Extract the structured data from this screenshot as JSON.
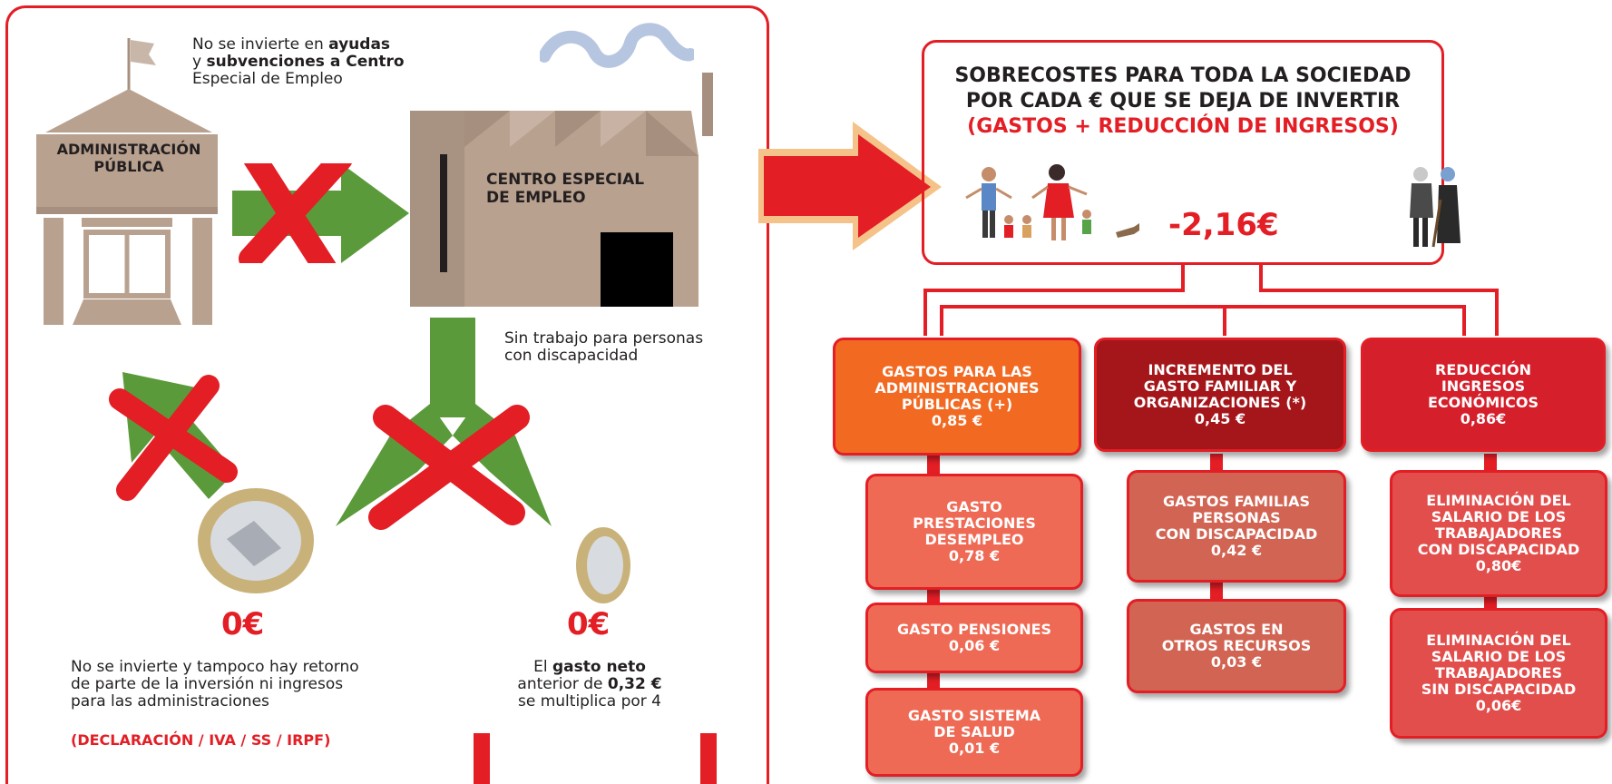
{
  "left_panel": {
    "top_note": {
      "line1_a": "No se invierte en ",
      "line1_b": "ayudas",
      "line2_a": "y ",
      "line2_b": "subvenciones a Centro",
      "line3": "Especial de Empleo"
    },
    "admin_label_1": "ADMINISTRACIÓN",
    "admin_label_2": "PÚBLICA",
    "factory_label_1": "CENTRO ESPECIAL",
    "factory_label_2": "DE EMPLEO",
    "no_work_1": "Sin trabajo para personas",
    "no_work_2": "con discapacidad",
    "amount_left": "0€",
    "amount_right": "0€",
    "left_note_1": "No se invierte y tampoco hay retorno",
    "left_note_2": "de parte de la inversión ni ingresos",
    "left_note_3": "para las administraciones",
    "left_note_red": "(DECLARACIÓN / IVA / SS / IRPF)",
    "right_note_1a": "El ",
    "right_note_1b": "gasto neto",
    "right_note_2a": "anterior de ",
    "right_note_2b": "0,32 €",
    "right_note_3": "se multiplica por 4"
  },
  "summary": {
    "title_1": "SOBRECOSTES PARA TODA LA SOCIEDAD",
    "title_2": "POR CADA € QUE SE DEJA DE INVERTIR",
    "subtitle": "(GASTOS + REDUCCIÓN DE INGRESOS)",
    "total": "-2,16€"
  },
  "categories": [
    {
      "title_lines": [
        "GASTOS PARA LAS",
        "ADMINISTRACIONES",
        "PÚBLICAS (+)"
      ],
      "value": "0,85 €",
      "items": [
        {
          "lines": [
            "GASTO",
            "PRESTACIONES",
            "DESEMPLEO"
          ],
          "value": "0,78 €"
        },
        {
          "lines": [
            "GASTO PENSIONES"
          ],
          "value": "0,06 €"
        },
        {
          "lines": [
            "GASTO SISTEMA",
            "DE SALUD"
          ],
          "value": "0,01 €"
        }
      ]
    },
    {
      "title_lines": [
        "INCREMENTO DEL",
        "GASTO FAMILIAR Y",
        "ORGANIZACIONES (*)"
      ],
      "value": "0,45 €",
      "items": [
        {
          "lines": [
            "GASTOS FAMILIAS",
            "PERSONAS",
            "CON DISCAPACIDAD"
          ],
          "value": "0,42 €"
        },
        {
          "lines": [
            "GASTOS EN",
            "OTROS RECURSOS"
          ],
          "value": "0,03 €"
        }
      ]
    },
    {
      "title_lines": [
        "REDUCCIÓN",
        "INGRESOS",
        "ECONÓMICOS"
      ],
      "value": "0,86€",
      "items": [
        {
          "lines": [
            "ELIMINACIÓN DEL",
            "SALARIO DE LOS",
            "TRABAJADORES",
            "CON DISCAPACIDAD"
          ],
          "value": "0,80€"
        },
        {
          "lines": [
            "ELIMINACIÓN DEL",
            "SALARIO DE LOS",
            "TRABAJADORES",
            "SIN DISCAPACIDAD"
          ],
          "value": "0,06€"
        }
      ]
    }
  ],
  "colors": {
    "accent_red": "#e31e25",
    "orange": "#f26a22",
    "dark_red": "#a4161a",
    "bright_red": "#d51f2b",
    "arrow_green": "#5b9a3a",
    "building": "#b9a18f"
  }
}
